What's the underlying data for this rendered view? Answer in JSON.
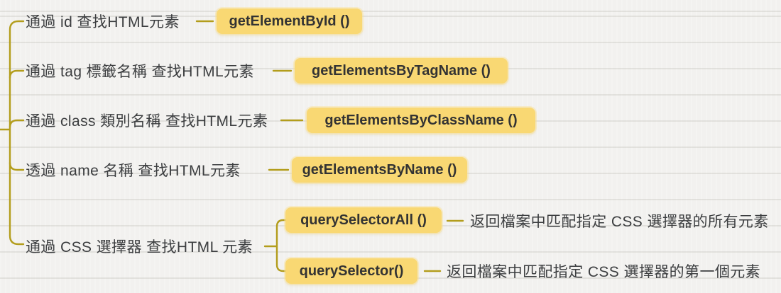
{
  "colors": {
    "background": "#F2F1EF",
    "texture_line": "#E3E1DD",
    "connector_line": "#B39D1C",
    "node_fill": "#F9D873",
    "node_text": "#333333",
    "topic_text": "#3C3E40"
  },
  "tree": {
    "branches": [
      {
        "topic": "通過 id 查找HTML元素",
        "method": "getElementById ()"
      },
      {
        "topic": "通過 tag 標籤名稱 查找HTML元素",
        "method": "getElementsByTagName ()"
      },
      {
        "topic": "通過 class 類別名稱 查找HTML元素",
        "method": "getElementsByClassName ()"
      },
      {
        "topic": "透過 name 名稱 查找HTML元素",
        "method": "getElementsByName ()"
      },
      {
        "topic": "通過 CSS 選擇器 查找HTML 元素",
        "children": [
          {
            "method": "querySelectorAll ()",
            "note": "返回檔案中匹配指定 CSS 選擇器的所有元素"
          },
          {
            "method": "querySelector()",
            "note": "返回檔案中匹配指定 CSS 選擇器的第一個元素"
          }
        ]
      }
    ]
  }
}
